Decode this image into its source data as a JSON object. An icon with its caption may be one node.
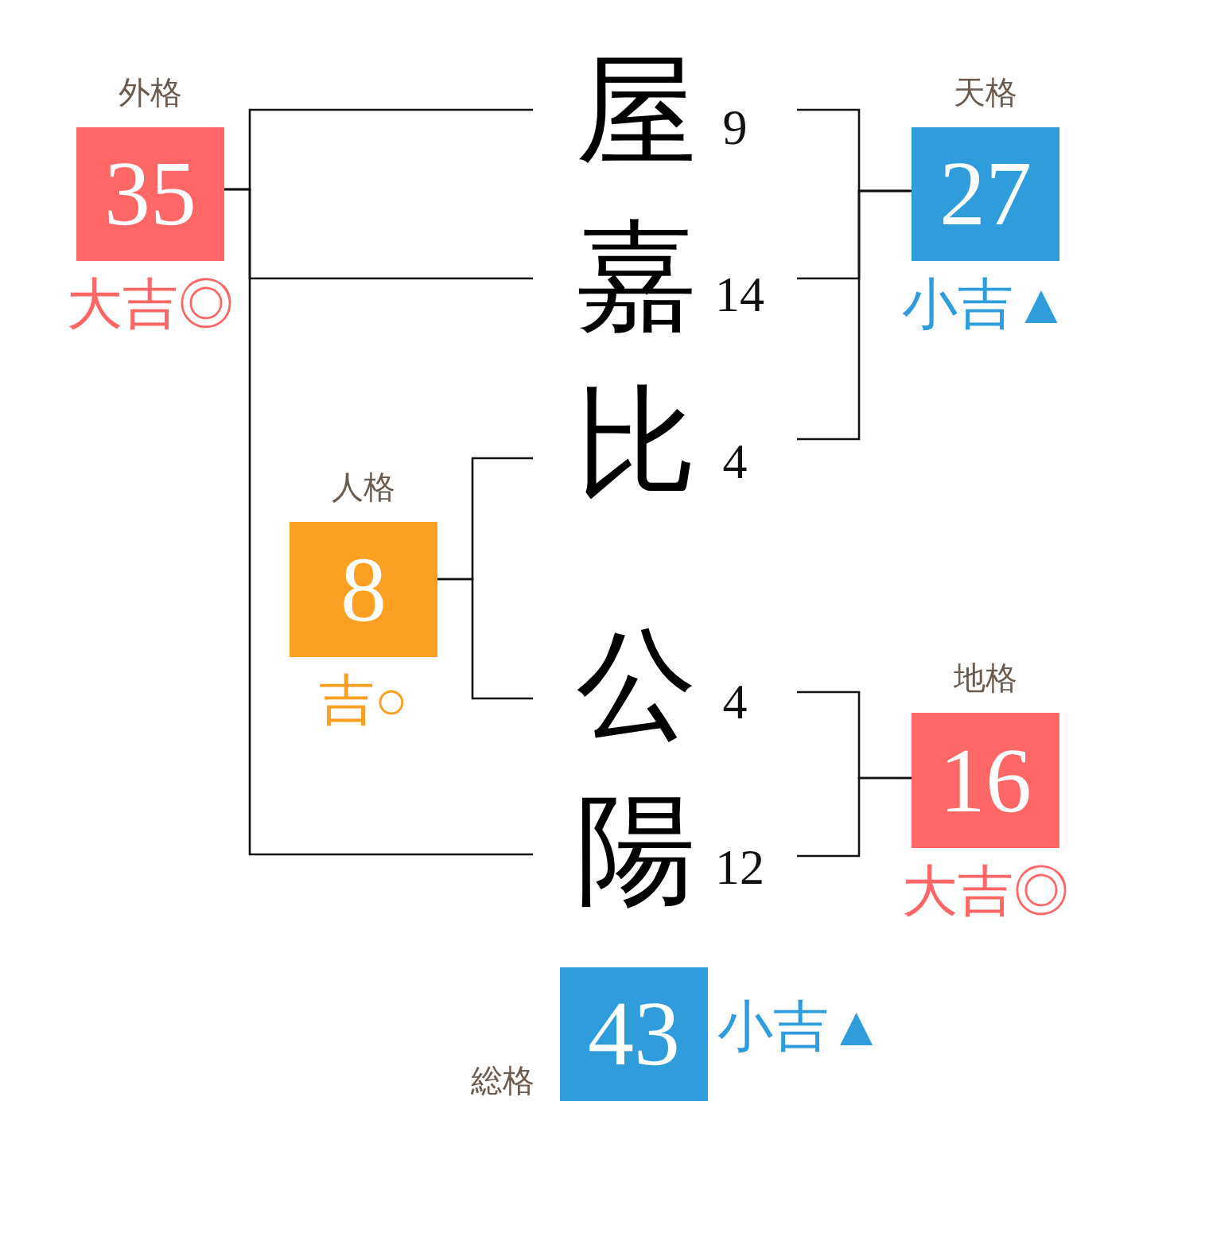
{
  "diagram": {
    "nodes": [
      {
        "text": [
          "外格",
          "35"
        ],
        "beside": [
          "大吉◎"
        ]
      },
      {
        "text": [
          "屋"
        ],
        "beside": [
          "9"
        ]
      },
      {
        "text": [
          "天格",
          "27"
        ],
        "beside": [
          "小吉▲"
        ]
      },
      {
        "text": [
          "嘉"
        ],
        "beside": [
          "14"
        ]
      },
      {
        "text": [
          "比"
        ],
        "beside": [
          "4"
        ]
      },
      {
        "text": [
          "人格",
          "8"
        ],
        "beside": [
          "吉○"
        ]
      },
      {
        "text": [
          "公"
        ],
        "beside": [
          "4"
        ]
      },
      {
        "text": [
          "地格",
          "16"
        ],
        "beside": [
          "大吉◎"
        ]
      },
      {
        "text": [
          "陽"
        ],
        "beside": [
          "12"
        ]
      },
      {
        "text": [
          "総格",
          "43"
        ],
        "beside": [
          "小吉▲"
        ]
      }
    ],
    "edges": [
      {
        "from": 1,
        "to": 0,
        "arrow": "none"
      },
      {
        "from": 3,
        "to": 0,
        "arrow": "none"
      },
      {
        "from": 8,
        "to": 0,
        "arrow": "none"
      },
      {
        "from": 1,
        "to": 2,
        "arrow": "none"
      },
      {
        "from": 3,
        "to": 2,
        "arrow": "none"
      },
      {
        "from": 4,
        "to": 2,
        "arrow": "none"
      },
      {
        "from": 4,
        "to": 5,
        "arrow": "none"
      },
      {
        "from": 6,
        "to": 5,
        "arrow": "none"
      },
      {
        "from": 6,
        "to": 7,
        "arrow": "none"
      },
      {
        "from": 8,
        "to": 7,
        "arrow": "none"
      }
    ]
  }
}
